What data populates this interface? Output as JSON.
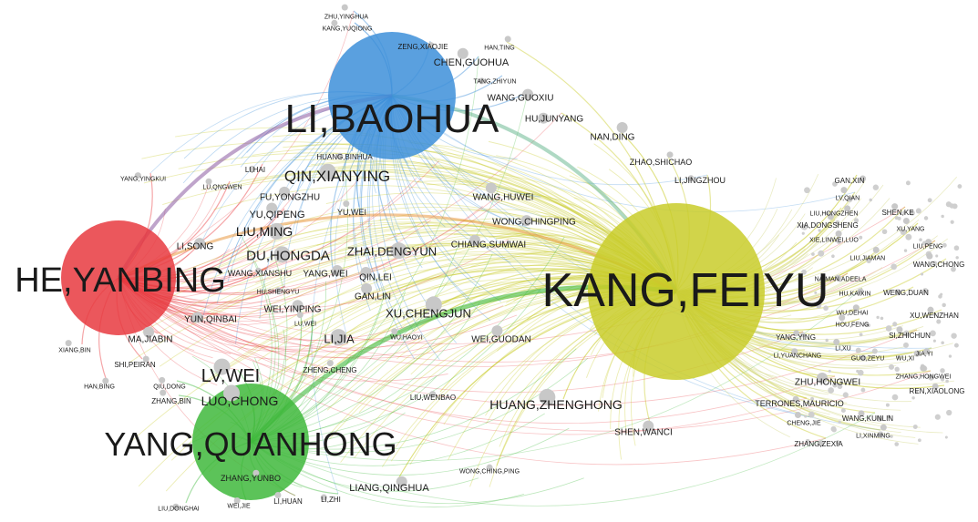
{
  "clusters": [
    {
      "label": "HE,YANBING",
      "color": "#e8393f"
    },
    {
      "label": "LI,BAOHUA",
      "color": "#3d8fd9"
    },
    {
      "label": "YANG,QUANHONG",
      "color": "#3fb93c"
    },
    {
      "label": "KANG,FEIYU",
      "color": "#c9cc2a"
    }
  ],
  "node_color": "#c8c8c8",
  "nodes": [
    "QIN,XIANYING",
    "LV,WEI",
    "LUO,CHONG",
    "HUANG,ZHENGHONG",
    "DU,HONGDA",
    "LIU,MING",
    "ZHAI,DENGYUN",
    "XU,CHENGJUN",
    "LI,JIA",
    "CHEN,GUOHUA",
    "WANG,GUOXIU",
    "HU,JUNYANG",
    "NAN,DING",
    "ZHAO,SHICHAO",
    "LI,JINGZHOU",
    "WANG,HUWEI",
    "WONG,CHINGPING",
    "CHIANG,SUMWAI",
    "QIN,LEI",
    "GAN,LIN",
    "YANG,WEI",
    "WANG,XIANSHU",
    "YU,QIPENG",
    "FU,YONGZHU",
    "YU,WEI",
    "LI,SONG",
    "MA,JIABIN",
    "YUN,QINBAI",
    "WEI,YINPING",
    "SHEN,WANCI",
    "LIANG,QINGHUA",
    "ZHANG,YUNBO",
    "WEI,GUODAN",
    "ZHU,YINGHUA",
    "KANG,YUQIONG",
    "ZENG,XIAOJIE",
    "HAN,TING",
    "TANG,ZHIYUN",
    "HUANG,BINHUA",
    "LI,HAI",
    "LU,QNGWEN",
    "YANG,YINGKUI",
    "HU,SHENGYU",
    "LU,WEI",
    "WU,HAOYI",
    "ZHENG,CHENG",
    "XIANG,BIN",
    "SHI,PEIRAN",
    "HAN,BING",
    "QIU,DONG",
    "ZHANG,BIN",
    "LIU,WENBAO",
    "WONG,CHING,PING",
    "LI,ZHI",
    "LI,HUAN",
    "WEI,JIE",
    "LIU,DONGHAI",
    "GAN,XIN",
    "LV,QIAN",
    "LIU,HONGZHEN",
    "SHEN,KE",
    "XIA,DONGSHENG",
    "XU,YANG",
    "XIE,LINWEI,LUO",
    "LIU,PENG",
    "LIU,JIAMAN",
    "WANG,CHONG",
    "NAIMAN,ADEELA",
    "HU,KAIXIN",
    "WENG,DUAN",
    "WU,DEHAI",
    "XU,WENZHAN",
    "HOU,FENG",
    "YANG,YING",
    "SI,ZHICHUN",
    "LI,XU",
    "LI,YUANCHANG",
    "GUO,ZEYU",
    "WU,XI",
    "JIA,YI",
    "ZHU,HONGWEI",
    "ZHANG,HONGWEI",
    "REN,XIAOLONG",
    "TERRONES,MAURICIO",
    "WANG,KUNLIN",
    "CHENG,JIE",
    "LI,XINMING",
    "ZHANG,ZEXIA"
  ]
}
